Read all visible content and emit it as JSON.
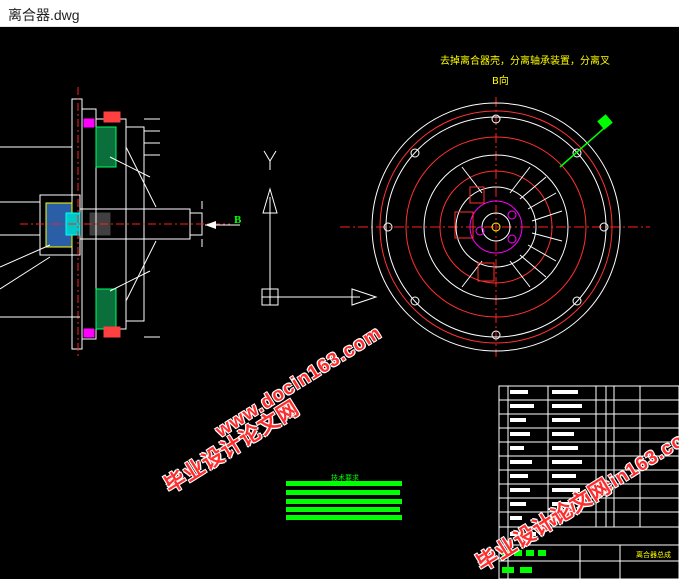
{
  "window": {
    "title": "离合器.dwg"
  },
  "drawing": {
    "top_note": "去掉离合器壳，分离轴承装置，分离叉",
    "view_label": "B向",
    "arrow_label": "B",
    "axis_label": "Y",
    "tech_requirements_title": "技术要求",
    "title_block_name": "离合器总成"
  },
  "watermarks": {
    "url": "www.docin163.com",
    "cn": "毕业设计论文网"
  },
  "colors": {
    "background": "#000000",
    "line": "#ffffff",
    "red": "#ff2020",
    "yellow": "#ffff00",
    "magenta": "#ff00ff",
    "green": "#00ff00",
    "cyan": "#00ffff"
  }
}
